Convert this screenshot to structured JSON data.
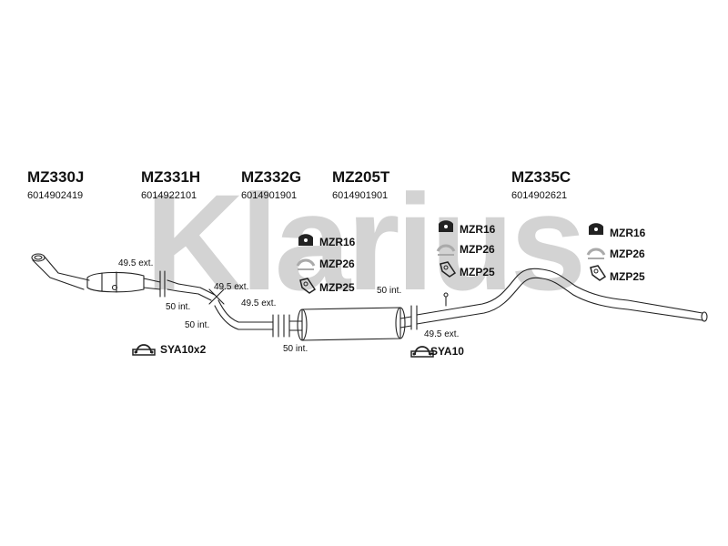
{
  "watermark": "Klarius",
  "parts": [
    {
      "code": "MZ330J",
      "number": "6014902419"
    },
    {
      "code": "MZ331H",
      "number": "6014922101"
    },
    {
      "code": "MZ332G",
      "number": "6014901901"
    },
    {
      "code": "MZ205T",
      "number": "6014901901"
    },
    {
      "code": "MZ335C",
      "number": "6014902621"
    }
  ],
  "mounts": {
    "group1": [
      "MZR16",
      "MZP26",
      "MZP25"
    ],
    "group2": [
      "MZR16",
      "MZP26",
      "MZP25"
    ],
    "group3": [
      "MZR16",
      "MZP26",
      "MZP25"
    ]
  },
  "connections": {
    "c1": "49.5 ext.",
    "c2": "50 int.",
    "c3": "49.5 ext.",
    "c4": "50 int.",
    "c5": "49.5 ext.",
    "c6": "50 int.",
    "c7": "50 int.",
    "c8": "49.5 ext."
  },
  "kits": [
    {
      "code": "SYA10x2"
    },
    {
      "code": "SYA10"
    }
  ],
  "icons": {
    "rubber_mount": "rubber-mount-icon",
    "mounting_strap": "mounting-strap-icon",
    "bracket": "bracket-icon",
    "clamp_kit": "clamp-kit-icon"
  },
  "colors": {
    "watermark": "#cfcfcf",
    "line": "#222222"
  }
}
